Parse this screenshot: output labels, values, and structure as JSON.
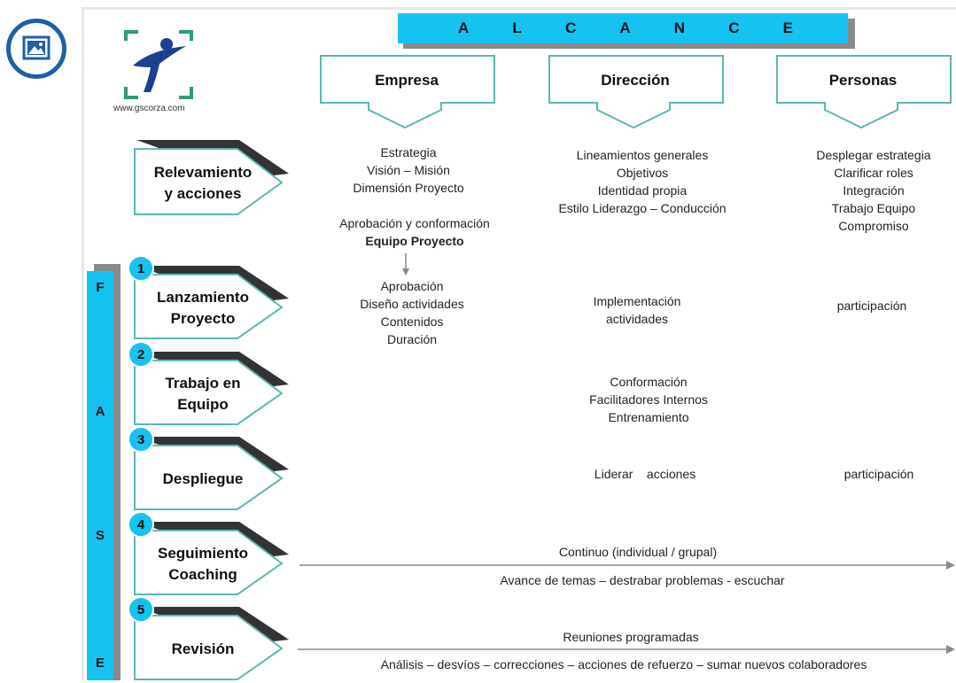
{
  "title_letters": [
    "A",
    "L",
    "C",
    "A",
    "N",
    "C",
    "E"
  ],
  "logo": {
    "url": "www.gscorza.com"
  },
  "columns": [
    "Empresa",
    "Dirección",
    "Personas"
  ],
  "fases_letters": [
    "F",
    "A",
    "S",
    "E"
  ],
  "phases": [
    {
      "num": "",
      "label_lines": [
        "Relevamiento",
        "y acciones"
      ]
    },
    {
      "num": "1",
      "label_lines": [
        "Lanzamiento",
        "Proyecto"
      ]
    },
    {
      "num": "2",
      "label_lines": [
        "Trabajo en",
        "Equipo"
      ]
    },
    {
      "num": "3",
      "label_lines": [
        "Despliegue"
      ]
    },
    {
      "num": "4",
      "label_lines": [
        "Seguimiento",
        "Coaching"
      ]
    },
    {
      "num": "5",
      "label_lines": [
        "Revisión"
      ]
    }
  ],
  "relevamiento": {
    "empresa": [
      "Estrategia",
      "Visión – Misión",
      "Dimensión Proyecto"
    ],
    "empresa_extra": "Aprobación y conformación",
    "empresa_extra_bold": "Equipo Proyecto",
    "direccion": [
      "Lineamientos generales",
      "Objetivos",
      "Identidad propia",
      "Estilo Liderazgo – Conducción"
    ],
    "personas": [
      "Desplegar estrategia",
      "Clarificar roles",
      "Integración",
      "Trabajo Equipo",
      "Compromiso"
    ]
  },
  "lanzamiento": {
    "empresa": [
      "Aprobación",
      "Diseño actividades",
      "Contenidos",
      "Duración"
    ],
    "direccion": [
      "Implementación",
      "actividades"
    ],
    "personas": "participación"
  },
  "trabajo": {
    "direccion": [
      "Conformación",
      "Facilitadores Internos",
      "Entrenamiento"
    ]
  },
  "despliegue": {
    "direccion": "Liderar    acciones",
    "personas": "participación"
  },
  "seguimiento": {
    "top": "Continuo (individual / grupal)",
    "bottom": "Avance de temas – destrabar problemas - escuchar"
  },
  "revision": {
    "top": "Reuniones programadas",
    "bottom": "Análisis – desvíos – correcciones – acciones de refuerzo – sumar nuevos colaboradores"
  },
  "colors": {
    "accent": "#16c2f0",
    "shadow": "#8a8a8a",
    "teal_outline": "#5ab8b4",
    "phase_edge": "#333333"
  }
}
